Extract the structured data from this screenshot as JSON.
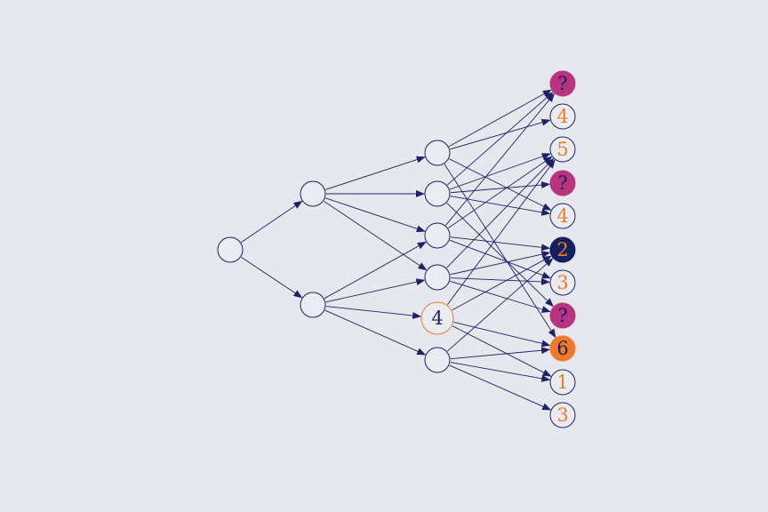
{
  "colors": {
    "background": "#e7e8ee",
    "edge": "#1b2266",
    "node_stroke": "#1b2266",
    "node_fill": "#ebecf2",
    "orange": "#f07a2a",
    "magenta": "#b8347f",
    "navy": "#13205e"
  },
  "nodes": [
    {
      "id": "root",
      "label": "",
      "style": "plain"
    },
    {
      "id": "l1a",
      "label": "",
      "style": "plain"
    },
    {
      "id": "l1b",
      "label": "",
      "style": "plain"
    },
    {
      "id": "l2a",
      "label": "",
      "style": "plain"
    },
    {
      "id": "l2b",
      "label": "",
      "style": "plain"
    },
    {
      "id": "l2c",
      "label": "",
      "style": "plain"
    },
    {
      "id": "l2d",
      "label": "",
      "style": "plain"
    },
    {
      "id": "l2e",
      "label": "4",
      "style": "orange-outline"
    },
    {
      "id": "l2f",
      "label": "",
      "style": "plain"
    },
    {
      "id": "l3a",
      "label": "?",
      "style": "magenta-fill"
    },
    {
      "id": "l3b",
      "label": "4",
      "style": "plain-orange-text"
    },
    {
      "id": "l3c",
      "label": "5",
      "style": "plain-orange-text"
    },
    {
      "id": "l3d",
      "label": "?",
      "style": "magenta-fill"
    },
    {
      "id": "l3e",
      "label": "4",
      "style": "plain-orange-text"
    },
    {
      "id": "l3f",
      "label": "2",
      "style": "navy-fill"
    },
    {
      "id": "l3g",
      "label": "3",
      "style": "plain-orange-text"
    },
    {
      "id": "l3h",
      "label": "?",
      "style": "magenta-fill"
    },
    {
      "id": "l3i",
      "label": "6",
      "style": "orange-fill"
    },
    {
      "id": "l3j",
      "label": "1",
      "style": "plain-orange-text"
    },
    {
      "id": "l3k",
      "label": "3",
      "style": "plain-orange-text"
    }
  ],
  "edges": [
    [
      "root",
      "l1a"
    ],
    [
      "root",
      "l1b"
    ],
    [
      "l1a",
      "l2a"
    ],
    [
      "l1a",
      "l2b"
    ],
    [
      "l1a",
      "l2c"
    ],
    [
      "l1a",
      "l2d"
    ],
    [
      "l1b",
      "l2c"
    ],
    [
      "l1b",
      "l2d"
    ],
    [
      "l1b",
      "l2e"
    ],
    [
      "l1b",
      "l2f"
    ],
    [
      "l2a",
      "l3a"
    ],
    [
      "l2a",
      "l3b"
    ],
    [
      "l2a",
      "l3e"
    ],
    [
      "l2a",
      "l3i"
    ],
    [
      "l2b",
      "l3a"
    ],
    [
      "l2b",
      "l3c"
    ],
    [
      "l2b",
      "l3d"
    ],
    [
      "l2b",
      "l3e"
    ],
    [
      "l2b",
      "l3h"
    ],
    [
      "l2c",
      "l3a"
    ],
    [
      "l2c",
      "l3c"
    ],
    [
      "l2c",
      "l3f"
    ],
    [
      "l2c",
      "l3g"
    ],
    [
      "l2d",
      "l3c"
    ],
    [
      "l2d",
      "l3f"
    ],
    [
      "l2d",
      "l3g"
    ],
    [
      "l2d",
      "l3h"
    ],
    [
      "l2e",
      "l3c"
    ],
    [
      "l2e",
      "l3f"
    ],
    [
      "l2e",
      "l3i"
    ],
    [
      "l2e",
      "l3j"
    ],
    [
      "l2f",
      "l3f"
    ],
    [
      "l2f",
      "l3i"
    ],
    [
      "l2f",
      "l3j"
    ],
    [
      "l2f",
      "l3k"
    ]
  ]
}
